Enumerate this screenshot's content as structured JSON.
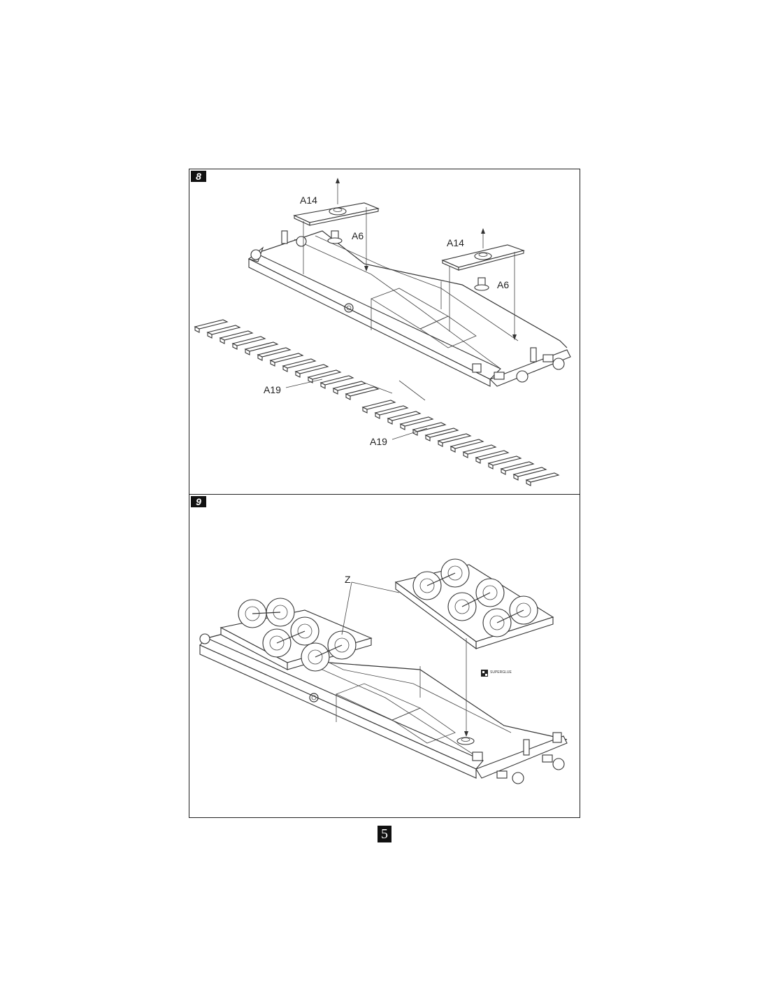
{
  "step8": {
    "number": "8",
    "labels": {
      "a14_left": "A14",
      "a6_left": "A6",
      "a14_right": "A14",
      "a6_right": "A6",
      "a19_upper": "A19",
      "a19_lower": "A19"
    }
  },
  "step9": {
    "number": "9",
    "labels": {
      "z": "Z"
    },
    "glue_icon_text": "SUPERGLUE"
  },
  "page_number": "5"
}
